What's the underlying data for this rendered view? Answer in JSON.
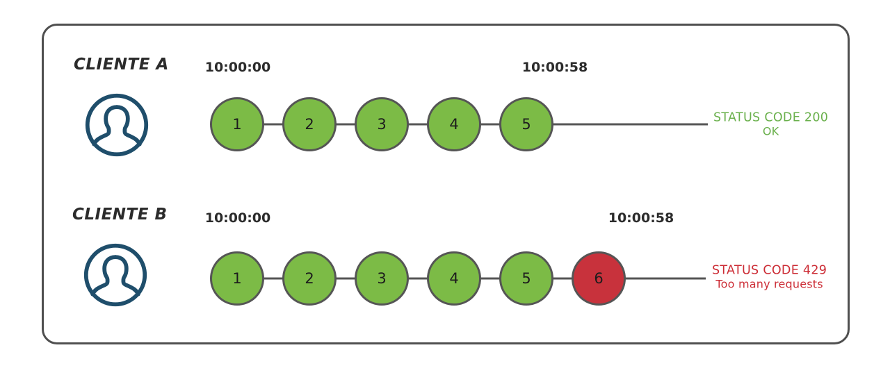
{
  "diagram": {
    "title_present": false,
    "frame": {
      "border_color": "#4f4f4f"
    },
    "colors": {
      "node_ok_fill": "#7cbb46",
      "node_error_fill": "#c8323c",
      "node_stroke": "#555555",
      "connector": "#555555",
      "status_ok_text": "#6ab04c",
      "status_error_text": "#cc2c35",
      "avatar_stroke": "#1f4e6b",
      "label_text": "#2b2b2b"
    },
    "rows": [
      {
        "id": "client-a",
        "label": "CLIENTE A",
        "avatar_icon": "user-avatar-icon",
        "start_time": "10:00:00",
        "end_time": "10:00:58",
        "nodes": [
          {
            "n": "1",
            "state": "ok"
          },
          {
            "n": "2",
            "state": "ok"
          },
          {
            "n": "3",
            "state": "ok"
          },
          {
            "n": "4",
            "state": "ok"
          },
          {
            "n": "5",
            "state": "ok"
          }
        ],
        "status": {
          "line1": "STATUS CODE 200",
          "line2": "OK",
          "state": "ok"
        }
      },
      {
        "id": "client-b",
        "label": "CLIENTE B",
        "avatar_icon": "user-avatar-icon",
        "start_time": "10:00:00",
        "end_time": "10:00:58",
        "nodes": [
          {
            "n": "1",
            "state": "ok"
          },
          {
            "n": "2",
            "state": "ok"
          },
          {
            "n": "3",
            "state": "ok"
          },
          {
            "n": "4",
            "state": "ok"
          },
          {
            "n": "5",
            "state": "ok"
          },
          {
            "n": "6",
            "state": "error"
          }
        ],
        "status": {
          "line1": "STATUS CODE 429",
          "line2": "Too many requests",
          "state": "error"
        }
      }
    ]
  }
}
